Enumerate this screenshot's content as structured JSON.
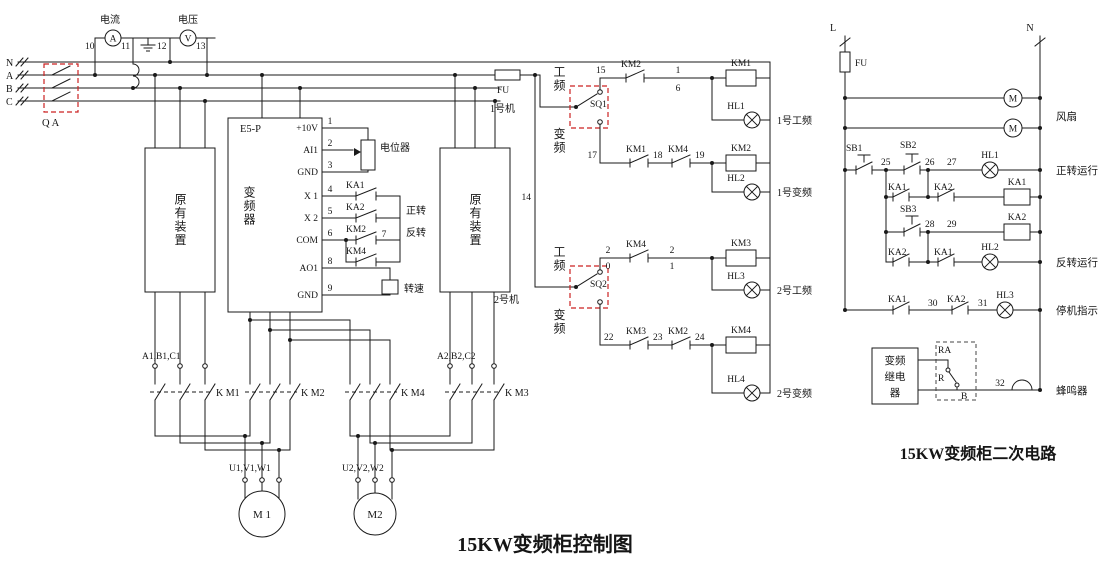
{
  "titles": {
    "main": "15KW变频柜控制图",
    "secondary": "15KW变频柜二次电路"
  },
  "top": {
    "current_label": "电流",
    "voltage_label": "电压",
    "ammeter": "A",
    "voltmeter": "V",
    "n10": "10",
    "n11": "11",
    "n12": "12",
    "n13": "13"
  },
  "phases": {
    "n": "N",
    "a": "A",
    "b": "B",
    "c": "C",
    "breaker": "Q A"
  },
  "boxes": {
    "device1": "原有装置",
    "device2": "原有装置"
  },
  "inverter": {
    "model": "E5-P",
    "name": "变频器",
    "t1": "+10V",
    "t2": "AI1",
    "t3": "GND",
    "t4": "X 1",
    "t5": "X 2",
    "t6": "COM",
    "t8": "AO1",
    "t9": "GND",
    "n1": "1",
    "n2": "2",
    "n3": "3",
    "n4": "4",
    "n5": "5",
    "n6": "6",
    "n7": "7",
    "n8": "8",
    "n9": "9",
    "pot": "电位器",
    "speed": "转速",
    "ka1": "KA1",
    "ka2": "KA2",
    "km2": "KM2",
    "km4": "KM4",
    "forward": "正转",
    "reverse": "反转"
  },
  "feeder": {
    "fu": "FU",
    "machine1": "1号机",
    "machine2": "2号机",
    "n14": "14"
  },
  "selectors": {
    "sq1": "SQ1",
    "sq2": "SQ2",
    "gongpin1": "工频",
    "bianpin1": "变频",
    "gongpin2": "工频",
    "bianpin2": "变频"
  },
  "ladder": {
    "r1": {
      "n15": "15",
      "km2": "KM2",
      "n16a": "1",
      "n16b": "6",
      "coil": "KM1",
      "lamp": "HL1",
      "desc": "1号工频"
    },
    "r2": {
      "n17": "17",
      "km1": "KM1",
      "n18": "18",
      "km4": "KM4",
      "n19": "19",
      "coil": "KM2",
      "lamp": "HL2",
      "desc": "1号变频"
    },
    "r3": {
      "n20a": "2",
      "n20b": "0",
      "km4": "KM4",
      "n21a": "2",
      "n21b": "1",
      "coil": "KM3",
      "lamp": "HL3",
      "desc": "2号工频"
    },
    "r4": {
      "n22": "22",
      "km3": "KM3",
      "n23": "23",
      "km2": "KM2",
      "n24": "24",
      "coil": "KM4",
      "lamp": "HL4",
      "desc": "2号变频"
    }
  },
  "power": {
    "t1": "A1,B1,C1",
    "t2": "A2,B2,C2",
    "km1": "K M1",
    "km2": "K M2",
    "km4": "K M4",
    "km3": "K M3",
    "m1_terminals": "U1,V1,W1",
    "m2_terminals": "U2,V2,W2",
    "m1": "M 1",
    "m2": "M2"
  },
  "secondary": {
    "l": "L",
    "n": "N",
    "fu": "FU",
    "fan_m1": "M",
    "fan_m2": "M",
    "fan": "风扇",
    "sb1": "SB1",
    "sb2": "SB2",
    "sb3": "SB3",
    "n25": "25",
    "n26": "26",
    "n27": "27",
    "n28": "28",
    "n29": "29",
    "n30": "30",
    "n31": "31",
    "n32": "32",
    "hold1": "KA1",
    "ilock1": "KA2",
    "coil1": "KA1",
    "hold2": "KA2",
    "ilock2": "KA1",
    "coil2": "KA2",
    "stop1": "KA1",
    "stop2": "KA2",
    "hl1": "HL1",
    "hl2": "HL2",
    "hl3": "HL3",
    "run_fwd": "正转运行",
    "run_rev": "反转运行",
    "stop_ind": "停机指示",
    "relay_l1": "变频",
    "relay_l2": "继电",
    "relay_l3": "器",
    "ra": "RA",
    "r": "R",
    "b": "B",
    "buzzer": "蜂鸣器"
  },
  "colors": {
    "wire": "#1a1a1a",
    "highlight": "#cc2222"
  }
}
